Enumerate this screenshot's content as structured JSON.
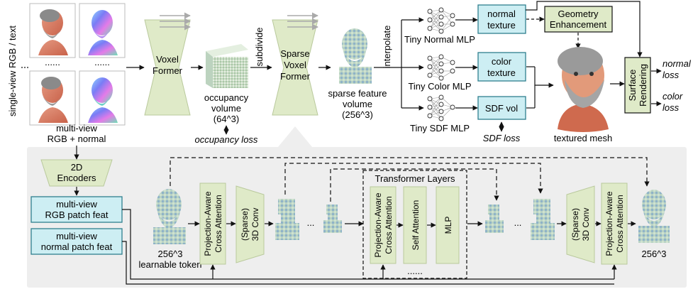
{
  "colors": {
    "green_fill": "#dfeac8",
    "green_stroke": "#9fb57a",
    "cyan_fill": "#cdeef3",
    "cyan_stroke": "#2f7f8e",
    "panel_bg": "#eeeeee",
    "voxel_green": "#b9d3b9"
  },
  "input_label": "single-view RGB / text",
  "multiview_label": [
    "multi-view",
    "RGB + normal"
  ],
  "dots": "......",
  "voxel_former": [
    "Voxel",
    "Former"
  ],
  "occupancy_volume": [
    "occupancy",
    "volume",
    "(64^3)"
  ],
  "occupancy_loss": "occupancy loss",
  "subdivide": "subdivide",
  "sparse_voxel_former": [
    "Sparse",
    "Voxel",
    "Former"
  ],
  "sparse_feature_volume": [
    "sparse feature",
    "volume",
    "(256^3)"
  ],
  "interpolate": "interpolate",
  "tiny_normal_mlp": "Tiny Normal MLP",
  "tiny_color_mlp": "Tiny Color MLP",
  "tiny_sdf_mlp": "Tiny SDF MLP",
  "normal_texture": [
    "normal",
    "texture"
  ],
  "color_texture": [
    "color",
    "texture"
  ],
  "sdf_vol": "SDF vol",
  "sdf_loss": "SDF loss",
  "geometry_enhancement": [
    "Geometry",
    "Enhancement"
  ],
  "textured_mesh": "textured mesh",
  "surface_rendering": [
    "Surface",
    "Rendering"
  ],
  "normal_loss": [
    "normal",
    "loss"
  ],
  "color_loss": [
    "color",
    "loss"
  ],
  "encoders_2d": [
    "2D",
    "Encoders"
  ],
  "rgb_patch_feat": [
    "multi-view",
    "RGB patch feat"
  ],
  "normal_patch_feat": [
    "multi-view",
    "normal patch feat"
  ],
  "learnable_token": [
    "256^3",
    "learnable token"
  ],
  "projection_aware": [
    "Projection-Aware",
    "Cross Attention"
  ],
  "sparse_conv": [
    "(Sparse)",
    "3D Conv"
  ],
  "transformer_layers": "Transformer Layers",
  "self_attention": "Self Attention",
  "mlp": "MLP",
  "ellipsis": "...",
  "output_res": "256^3"
}
